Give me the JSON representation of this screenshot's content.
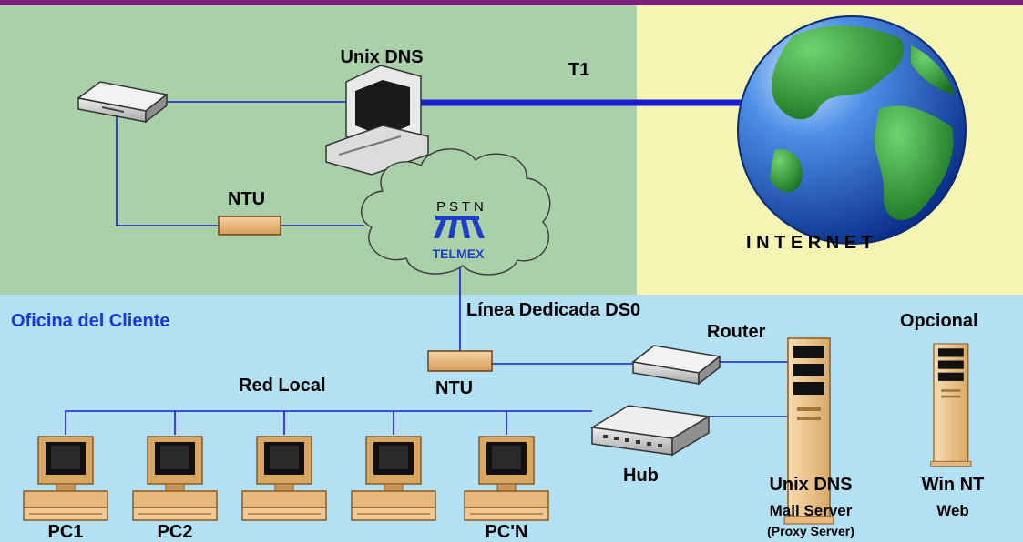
{
  "zones": {
    "client_office_label": "Oficina del Cliente",
    "internet_label": "I N T E R N E T"
  },
  "top": {
    "unix_dns_label": "Unix DNS",
    "t1_label": "T1",
    "ntu_label": "NTU",
    "pstn_label": "P S T N",
    "telmex_label": "TELMEX"
  },
  "link": {
    "dedicated_line_label": "Línea Dedicada DS0"
  },
  "office": {
    "ntu_label": "NTU",
    "router_label": "Router",
    "red_local_label": "Red Local",
    "hub_label": "Hub",
    "optional_label": "Opcional",
    "unix_server": {
      "name": "Unix DNS",
      "role": "Mail Server",
      "note": "(Proxy Server)"
    },
    "win_server": {
      "name": "Win NT",
      "role": "Web"
    },
    "pcs": [
      "PC1",
      "PC2",
      "",
      "",
      "PC'N"
    ]
  },
  "colors": {
    "isp_zone": "#a9d0a9",
    "internet_zone": "#f5f4b3",
    "office_zone": "#b3e0f2",
    "top_bar": "#7b1f7b",
    "link_line": "#1b1bd1",
    "client_label": "#1a36e0",
    "ntu_fill": "#e7b87e",
    "server_fill": "#f3cf9e"
  },
  "icons": [
    "modem-icon",
    "workstation-icon",
    "globe-icon",
    "pstn-cloud-icon",
    "telmex-logo-icon",
    "ntu-icon",
    "router-icon",
    "hub-icon",
    "server-tower-icon",
    "pc-icon"
  ]
}
